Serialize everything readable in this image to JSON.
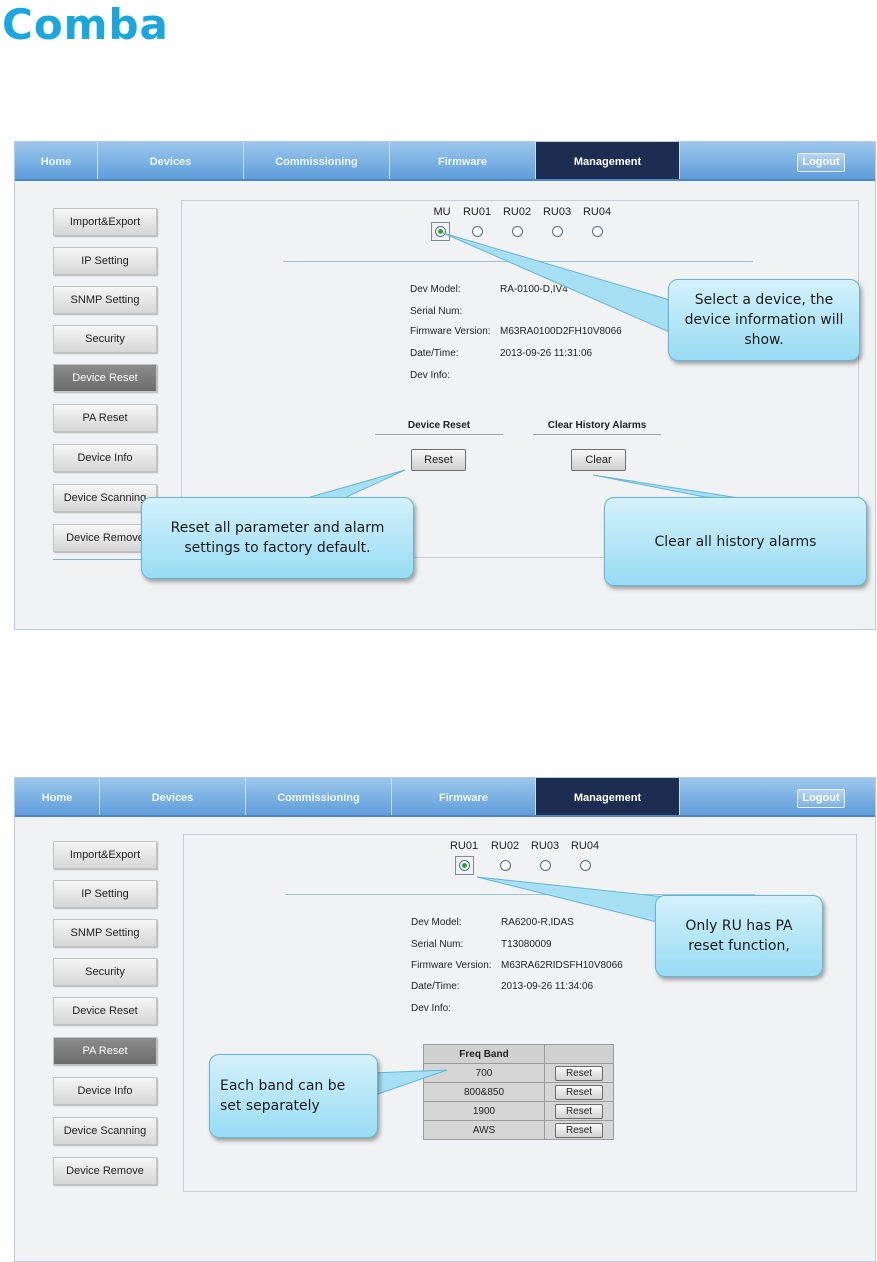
{
  "brand": {
    "logo_text": "Comba",
    "color": "#1aa7e0"
  },
  "nav": {
    "items": [
      "Home",
      "Devices",
      "Commissioning",
      "Firmware",
      "Management"
    ],
    "active": "Management",
    "logout_label": "Logout"
  },
  "sidebar": {
    "items": [
      "Import&Export",
      "IP Setting",
      "SNMP Setting",
      "Security",
      "Device Reset",
      "PA Reset",
      "Device Info",
      "Device Scanning",
      "Device Remove"
    ]
  },
  "screen1": {
    "active_menu": "Device Reset",
    "devices": [
      "MU",
      "RU01",
      "RU02",
      "RU03",
      "RU04"
    ],
    "selected_device": "MU",
    "info": {
      "dev_model_label": "Dev Model:",
      "dev_model": "RA-0100-D,IV4",
      "serial_label": "Serial Num:",
      "serial": "",
      "firmware_label": "Firmware Version:",
      "firmware": "M63RA0100D2FH10V8066",
      "datetime_label": "Date/Time:",
      "datetime": "2013-09-26 11:31:06",
      "devinfo_label": "Dev Info:",
      "devinfo": ""
    },
    "device_reset_title": "Device Reset",
    "reset_button": "Reset",
    "clear_history_title": "Clear History Alarms",
    "clear_button": "Clear",
    "callouts": {
      "select_device": "Select a device, the device information will show.",
      "reset_all": "Reset all parameter and alarm settings to factory default.",
      "clear_all": "Clear all history alarms"
    }
  },
  "screen2": {
    "active_menu": "PA Reset",
    "devices": [
      "RU01",
      "RU02",
      "RU03",
      "RU04"
    ],
    "selected_device": "RU01",
    "info": {
      "dev_model_label": "Dev Model:",
      "dev_model": "RA6200-R,IDAS",
      "serial_label": "Serial Num:",
      "serial": "T13080009",
      "firmware_label": "Firmware Version:",
      "firmware": "M63RA62RIDSFH10V8066",
      "datetime_label": "Date/Time:",
      "datetime": "2013-09-26 11:34:06",
      "devinfo_label": "Dev Info:",
      "devinfo": ""
    },
    "table": {
      "header": "Freq Band",
      "rows": [
        {
          "band": "700",
          "action": "Reset"
        },
        {
          "band": "800&850",
          "action": "Reset"
        },
        {
          "band": "1900",
          "action": "Reset"
        },
        {
          "band": "AWS",
          "action": "Reset"
        }
      ]
    },
    "callouts": {
      "only_ru": "Only RU has PA reset function,",
      "each_band": "Each band can be set separately"
    }
  },
  "colors": {
    "nav_active": "#1d2d52",
    "nav_bar": "#5f9ddb",
    "callout": "#98dcf3",
    "radio_selected": "#2aa52a"
  }
}
